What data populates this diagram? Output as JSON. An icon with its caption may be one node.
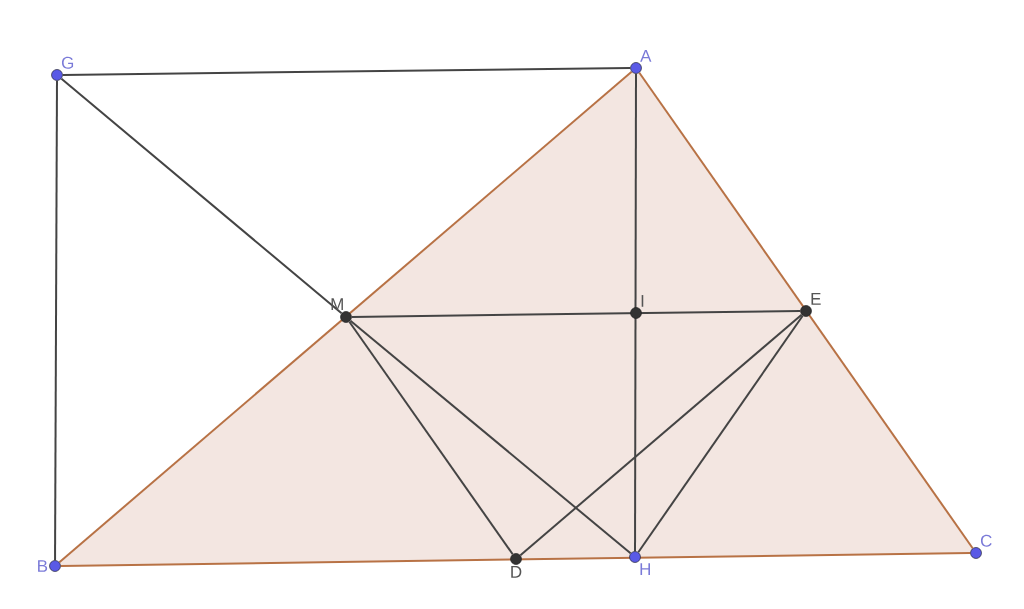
{
  "diagram": {
    "nodes": [
      {
        "text": [
          "G"
        ]
      },
      {
        "text": [
          "A"
        ]
      },
      {
        "text": [
          "M"
        ]
      },
      {
        "text": [
          "I"
        ]
      },
      {
        "text": [
          "E"
        ]
      },
      {
        "text": [
          "B"
        ]
      },
      {
        "text": [
          "D"
        ]
      },
      {
        "text": [
          "H"
        ]
      },
      {
        "text": [
          "C"
        ]
      }
    ],
    "edges": [
      {
        "from": 0,
        "to": 1,
        "arrow": "none"
      },
      {
        "from": 0,
        "to": 5,
        "arrow": "none"
      },
      {
        "from": 0,
        "to": 2,
        "arrow": "none"
      },
      {
        "from": 1,
        "to": 5,
        "arrow": "none",
        "color": "#b87245"
      },
      {
        "from": 5,
        "to": 8,
        "arrow": "none",
        "color": "#b87245"
      },
      {
        "from": 8,
        "to": 1,
        "arrow": "none",
        "color": "#b87245"
      },
      {
        "from": 1,
        "to": 7,
        "arrow": "none"
      },
      {
        "from": 2,
        "to": 4,
        "arrow": "none"
      },
      {
        "from": 2,
        "to": 6,
        "arrow": "none"
      },
      {
        "from": 2,
        "to": 7,
        "arrow": "none"
      },
      {
        "from": 4,
        "to": 6,
        "arrow": "none"
      },
      {
        "from": 4,
        "to": 7,
        "arrow": "none"
      }
    ]
  }
}
